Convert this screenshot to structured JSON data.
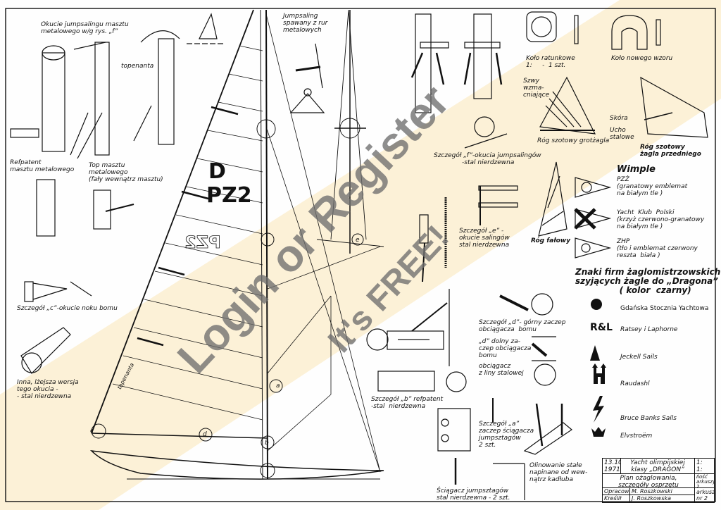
{
  "labels": {
    "okucie_jumpsalingu": "Okucie jumpsalingu masztu\nmetalowego w/g rys. „f”",
    "topenanta": "topenanta",
    "topenanta_boom": "topenanta",
    "jumpsaling_spawany": "Jumpsaling\nspawany z rur\nmetalowych",
    "refpatent_masztu": "Refpatent\nmasztu metalowego",
    "top_masztu": "Top masztu\nmetalowego\n(fały wewnątrz masztu)",
    "szczegol_c": "Szczegół „c”-okucie noku bomu",
    "inna_wersja": "Inna, lżejsza wersja\ntego okucia -\n- stal nierdzewna",
    "kolo_ratunkowe": "Koło ratunkowe\n1:     -  1 szt.",
    "kolo_nowego_wzoru": "Koło nowego wzoru",
    "szwy": "Szwy\nwzma-\ncniające",
    "rog_szotowy_grotzagla": "Róg szotowy grotżagla",
    "skora": "Skóra",
    "ucho_stalowe": "Ucho\nstalowe",
    "rog_szotowy_przedniego": "Róg szotowy\nżagla przedniego",
    "szczegol_f": "Szczegół „f”-okucia jumpsalingów\n              -stal nierdzewna",
    "szczegol_e": "Szczegół „e” -\nokucie salingów\nstal nierdzewna",
    "rog_falowy": "Róg fałowy",
    "szczegol_d": "Szczegół „d”- górny zaczep\nobciągacza  bomu",
    "d_dolny": "„d” dolny za-\nczep obciągacza\nbomu",
    "obciagacz": "obciągacz\nz liny stalowej",
    "szczegol_b": "Szczegół „b” refpatent\n-stal  nierdzewna",
    "szczegol_a": "Szczegół „a”\nzaczep ściągacza\njumpsztagów\n2 szt.",
    "sciagacz": "Ściągacz jumpsztagów\nstal nierdzewna - 2 szt.",
    "olinowanie": "Olinowanie stałe\nnapinane od wew-\nnątrz kadłuba"
  },
  "sail_markings": {
    "letter": "D",
    "number": "PZ2"
  },
  "point_markers": [
    "a",
    "b",
    "c",
    "d",
    "e"
  ],
  "wimple": {
    "title": "Wimple",
    "items": [
      {
        "name": "PZŻ",
        "desc": "(granatowy emblemat\nna białym tle )"
      },
      {
        "name": "Yacht  Klub  Polski",
        "desc": "(krzyż czerwono-granatowy\nna białym tle )"
      },
      {
        "name": "ZHP",
        "desc": "(tło i emblemat czerwony\nreszta  biała )"
      }
    ]
  },
  "sailmakers": {
    "title": "Znaki firm żaglomistrzowskich\nszyjących żagle do „Dragona”\n               ( kolor  czarny)",
    "items": [
      {
        "name": "Gdańska Stocznia Yachtowa",
        "logo": "circle-sail-logo"
      },
      {
        "name": "Ratsey i Laphorne",
        "logo": "R&L",
        "logo_text": "R&L"
      },
      {
        "name": "Jeckell Sails",
        "logo": "sail-logo"
      },
      {
        "name": "Raudashl",
        "logo": "tower-logo"
      },
      {
        "name": "Bruce Banks Sails",
        "logo": "lightning-logo"
      },
      {
        "name": "Elvstroëm",
        "logo": "crown-logo"
      }
    ]
  },
  "title_block": {
    "date": "13.10\n1971",
    "title": "Yacht olimpijskiej\nklasy „DRAGON”",
    "scale": "1:\n1:",
    "subtitle": "Plan ożaglowania,\nszczegóły osprzętu",
    "sheets_count_label": "Ilość\narkuszy\n2",
    "prepared_label": "Opracował",
    "prepared_by": "M. Roszkowski",
    "drawn_label": "Kreślił",
    "drawn_by": "J. Roszkowska",
    "sheet_label": "arkusz\nnr 2"
  },
  "watermark": {
    "line1": "Login or Register",
    "line2": "It's FREE!"
  },
  "colors": {
    "line": "#111111",
    "watermark_band": "#fbeed0",
    "watermark_text": "#6e6e6e"
  }
}
